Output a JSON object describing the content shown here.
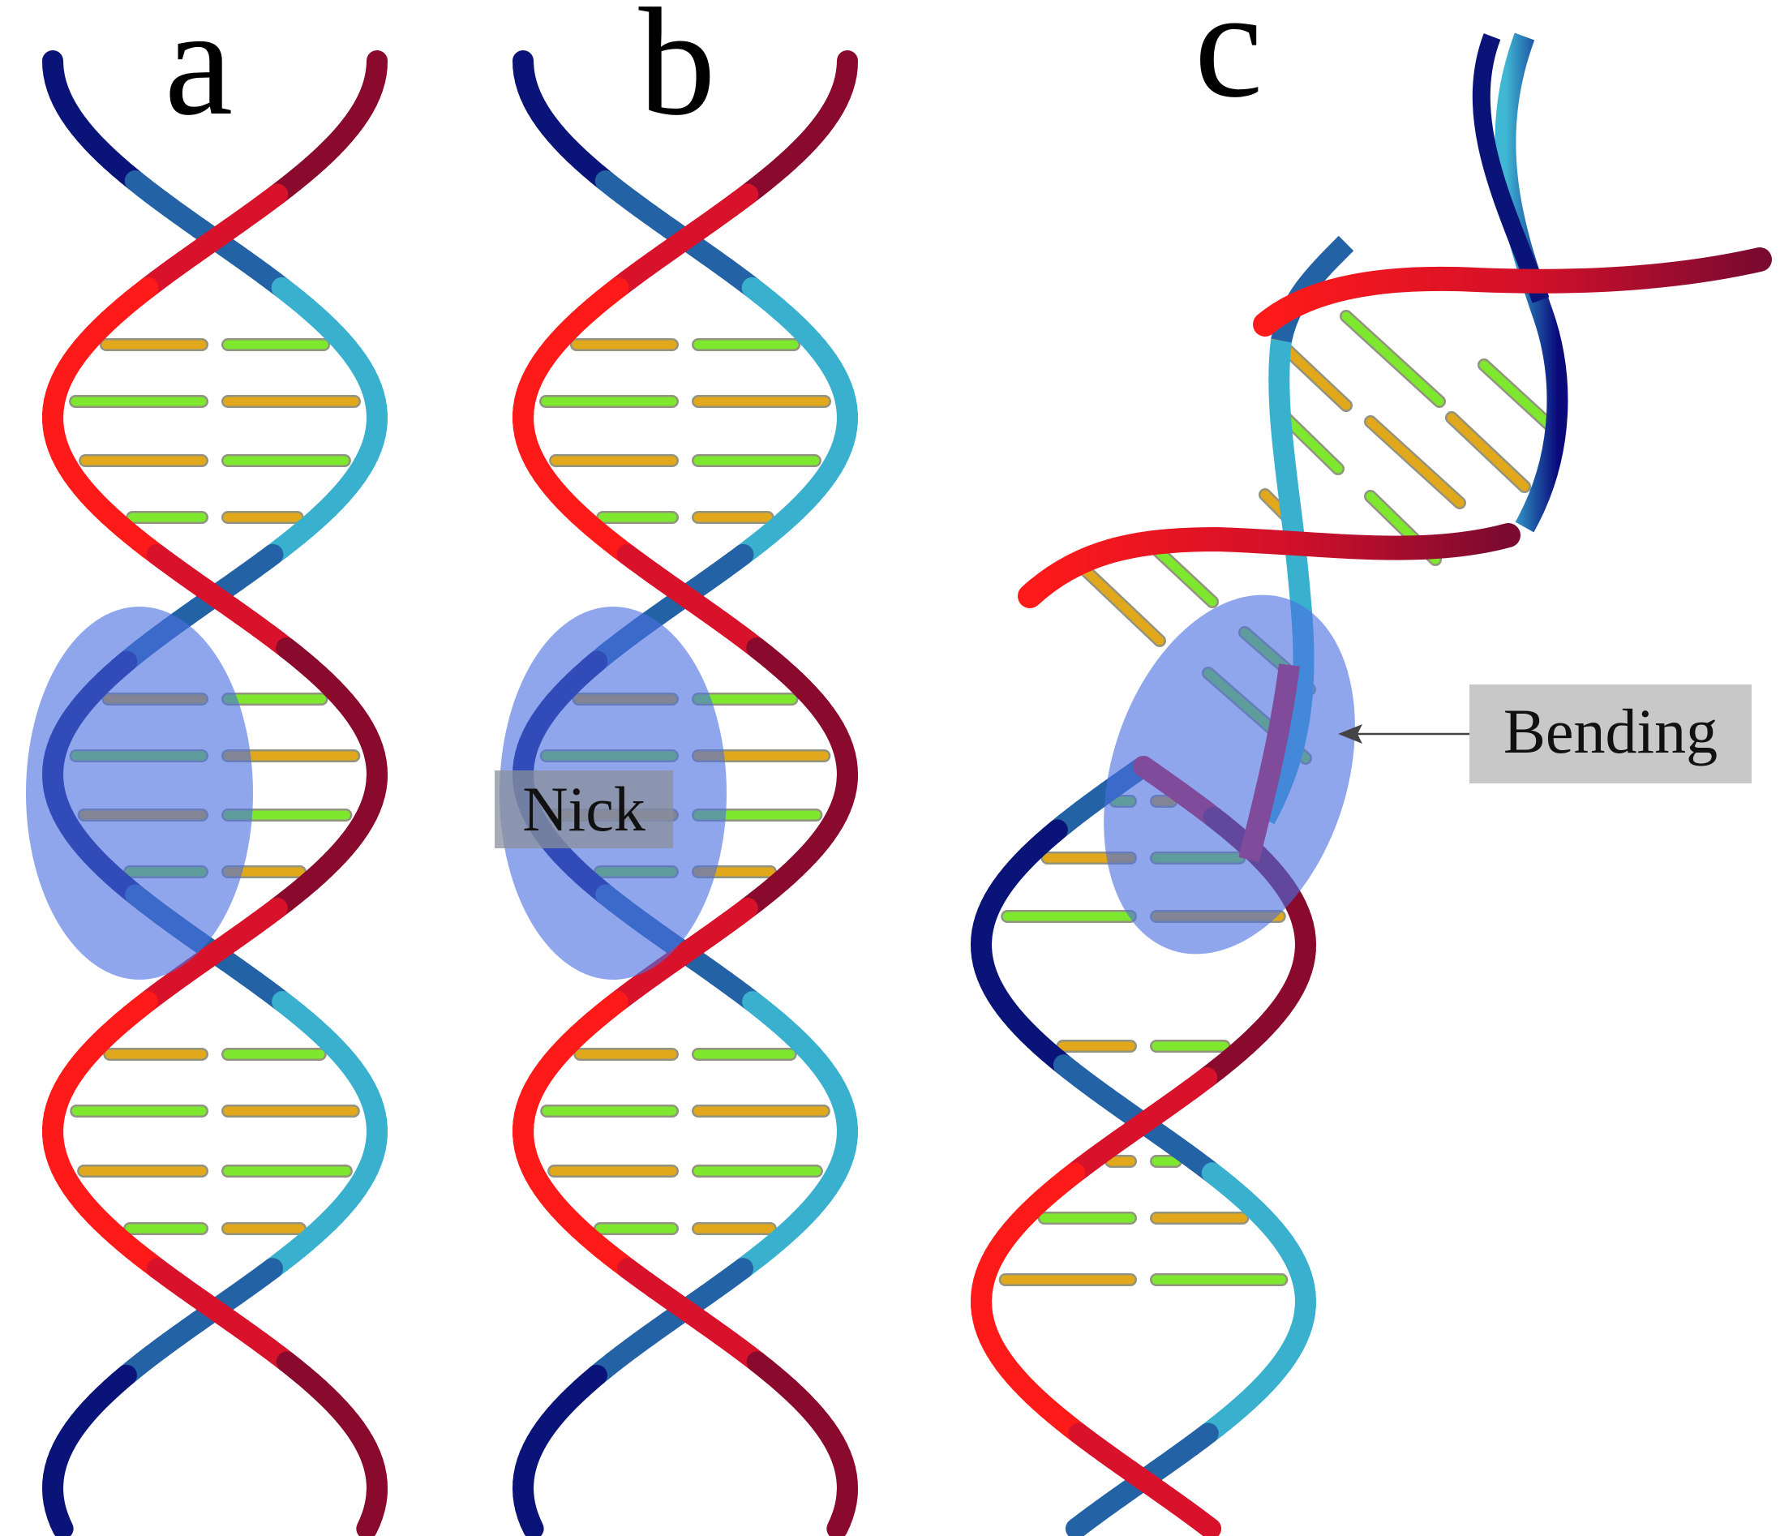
{
  "panels": [
    {
      "letter": "a",
      "annotation": ""
    },
    {
      "letter": "b",
      "annotation": "Nick"
    },
    {
      "letter": "c",
      "annotation": "Bending"
    }
  ],
  "colors": {
    "strand_red": "#e8141c",
    "strand_dark_red": "#8a0a2a",
    "strand_navy": "#0a0a80",
    "strand_cyan": "#3cb4d2",
    "base_green": "#7ee82e",
    "base_orange": "#e0a81a",
    "highlight": "#5b7ee8",
    "label_box": "#c8c8c8"
  },
  "icons": [
    "dna-double-helix-icon"
  ]
}
